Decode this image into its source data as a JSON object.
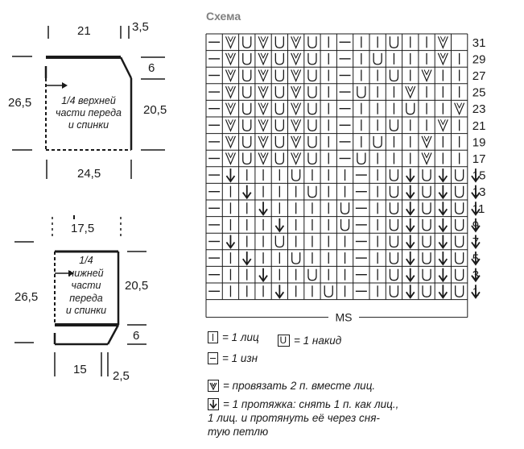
{
  "upper_piece": {
    "top_width": "21",
    "top_offset": "3,5",
    "height": "26,5",
    "side_height": "20,5",
    "shoulder": "6",
    "bottom_width": "24,5",
    "caption": [
      "1/4 верхней",
      "части переда",
      "и спинки"
    ]
  },
  "lower_piece": {
    "top_width": "17,5",
    "height": "26,5",
    "side_height": "20,5",
    "notch": "6",
    "bottom_width": "15",
    "bottom_offset": "2,5",
    "caption": [
      "1/4",
      "нижней",
      "части",
      "переда",
      "и спинки"
    ]
  },
  "chart": {
    "title": "Схема",
    "row_numbers": [
      "31",
      "29",
      "27",
      "25",
      "23",
      "21",
      "19",
      "17",
      "15",
      "13",
      "11",
      "9",
      "7",
      "5",
      "3",
      "1"
    ],
    "footer_label": "MS",
    "symbol_codes": {
      "—": "purl",
      "|": "knit",
      "U": "yarn-over",
      "V": "k2tog",
      "↓": "slip-stitch"
    },
    "rows": [
      "—VUVUVU|—||U||V",
      "—VUVUVU|—|U|||V|",
      "—VUVUVU|—||U|V||",
      "—VUVUVU|—U||V|||",
      "—VUVUVU|—|||U||V",
      "—VUVUVU|—||U||V|",
      "—VUVUVU|—|U||V||",
      "—VUVUVU|—U|||V||",
      "—↓|||U|||—|U↓U↓U↓",
      "—|↓|||U||—|U↓U↓U↓",
      "—||↓||||U—|U↓U↓U↓",
      "—|||↓|||U—|U↓U↓U↓",
      "—↓||U||||—|U↓U↓U↓",
      "—|↓||U|||—|U↓U↓U↓",
      "—||↓||U||—|U↓U↓U↓",
      "—|||↓||U|—|U↓U↓U↓"
    ]
  },
  "legend": {
    "knit": "= 1 лиц",
    "yarn_over": "= 1 накид",
    "purl": "= 1 изн",
    "k2tog": "= провязать 2 п. вместе лиц.",
    "slip": [
      "= 1 протяжка: снять 1 п. как лиц.,",
      "1 лиц. и протянуть её через сня-",
      "тую петлю"
    ]
  }
}
